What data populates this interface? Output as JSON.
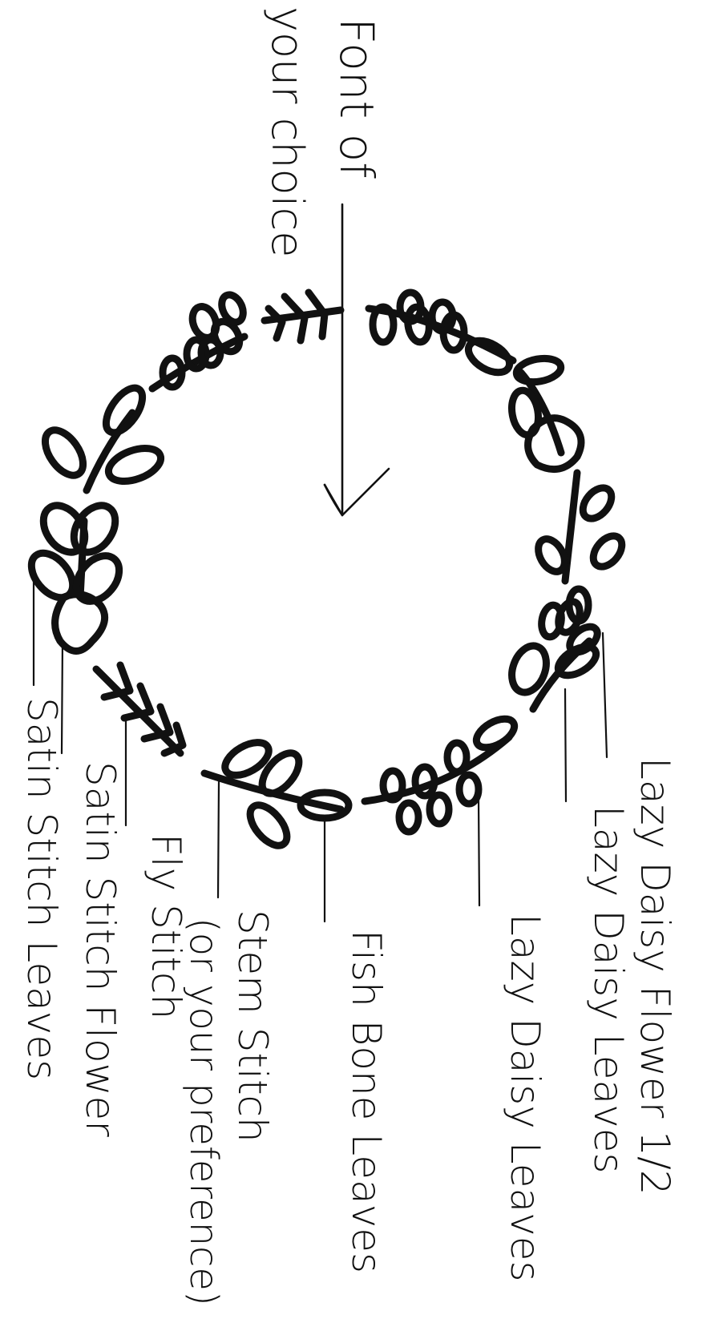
{
  "header_note": {
    "line1": "Font of",
    "line2": "your choice"
  },
  "labels": {
    "lazy_daisy_flower": "Lazy Daisy Flower 1/2",
    "lazy_daisy_leaves_upper": "Lazy Daisy Leaves",
    "lazy_daisy_leaves_lower": "Lazy Daisy Leaves",
    "fish_bone_leaves": "Fish Bone Leaves",
    "stem_stitch_line1": "Stem Stitch",
    "stem_stitch_line2": "(or your preference)",
    "fly_stitch": "Fly Stitch",
    "satin_stitch_flower": "Satin Stitch Flower",
    "satin_stitch_leaves": "Satin Stitch Leaves"
  },
  "colors": {
    "ink": "#111111",
    "paper": "#ffffff"
  }
}
